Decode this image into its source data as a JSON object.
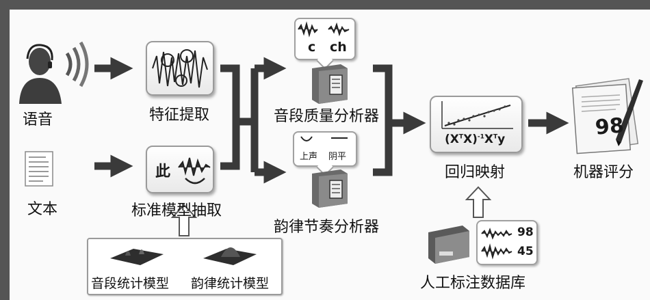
{
  "inputs": {
    "speech_label": "语音",
    "text_label": "文本"
  },
  "feature_extraction": {
    "label": "特征提取"
  },
  "standard_model": {
    "label": "标准模型抽取",
    "panel_char": "此"
  },
  "statistical_models": {
    "segment_label": "音段统计模型",
    "prosody_label": "韵律统计模型"
  },
  "segment_analyzer": {
    "label": "音段质量分析器",
    "phonemes": [
      "c",
      "ch"
    ]
  },
  "prosody_analyzer": {
    "label": "韵律节奏分析器",
    "tones": [
      "上声",
      "阴平"
    ]
  },
  "regression": {
    "label": "回归映射",
    "formula_main": "(X",
    "formula_sup1": "T",
    "formula_mid": "X)",
    "formula_sup2": "-1",
    "formula_x": "X",
    "formula_sup3": "T",
    "formula_end": "y"
  },
  "database": {
    "label": "人工标注数据库",
    "scores": [
      "98",
      "45"
    ]
  },
  "output": {
    "label": "机器评分",
    "score": "98"
  },
  "colors": {
    "arrow": "#3a3a3a",
    "border": "#555555"
  }
}
